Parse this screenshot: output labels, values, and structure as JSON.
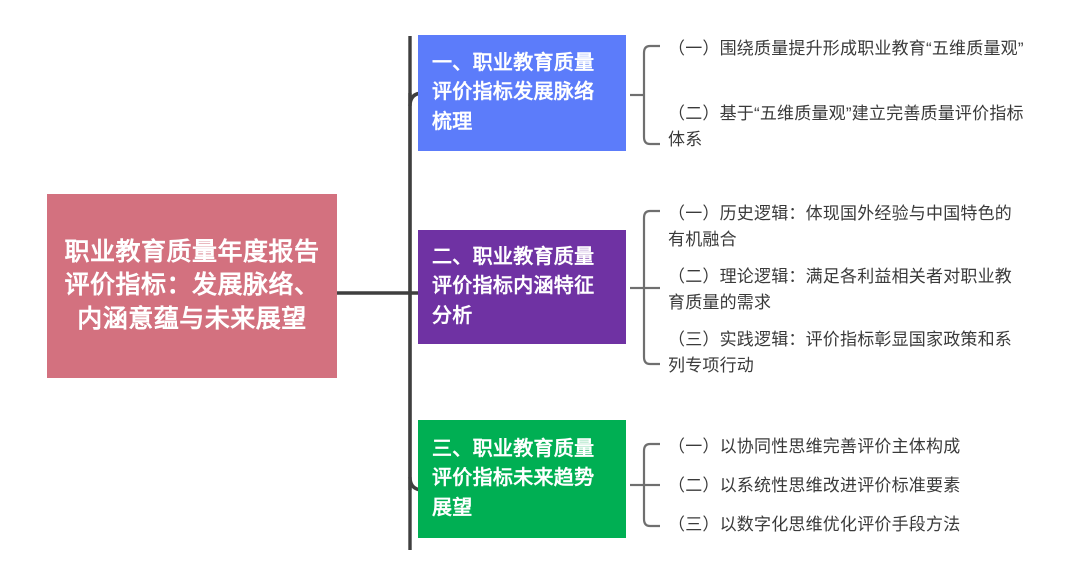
{
  "diagram": {
    "type": "mind-map",
    "colors": {
      "root": "#d3717f",
      "branch_1": "#5c7cfa",
      "branch_2": "#6f32a3",
      "branch_3": "#00af53",
      "connector": "#3f3f3f",
      "bracket": "#6f6f6f",
      "leaf_text": "#3a3a3a",
      "node_text": "#ffffff",
      "background": "#ffffff"
    },
    "root": {
      "label": "职业教育质量年度报告评价指标：发展脉络、内涵意蕴与未来展望"
    },
    "branches": [
      {
        "id": "branch-1",
        "label": "一、职业教育质量评价指标发展脉络梳理",
        "leaves": [
          {
            "id": "leaf-1-1",
            "label": "（一）围绕质量提升形成职业教育“五维质量观”"
          },
          {
            "id": "leaf-1-2",
            "label": "（二）基于“五维质量观”建立完善质量评价指标体系"
          }
        ]
      },
      {
        "id": "branch-2",
        "label": "二、职业教育质量评价指标内涵特征分析",
        "leaves": [
          {
            "id": "leaf-2-1",
            "label": "（一）历史逻辑：体现国外经验与中国特色的有机融合"
          },
          {
            "id": "leaf-2-2",
            "label": "（二）理论逻辑：满足各利益相关者对职业教育质量的需求"
          },
          {
            "id": "leaf-2-3",
            "label": "（三）实践逻辑：评价指标彰显国家政策和系列专项行动"
          }
        ]
      },
      {
        "id": "branch-3",
        "label": "三、职业教育质量评价指标未来趋势展望",
        "leaves": [
          {
            "id": "leaf-3-1",
            "label": "（一）以协同性思维完善评价主体构成"
          },
          {
            "id": "leaf-3-2",
            "label": "（二）以系统性思维改进评价标准要素"
          },
          {
            "id": "leaf-3-3",
            "label": "（三）以数字化思维优化评价手段方法"
          }
        ]
      }
    ]
  }
}
